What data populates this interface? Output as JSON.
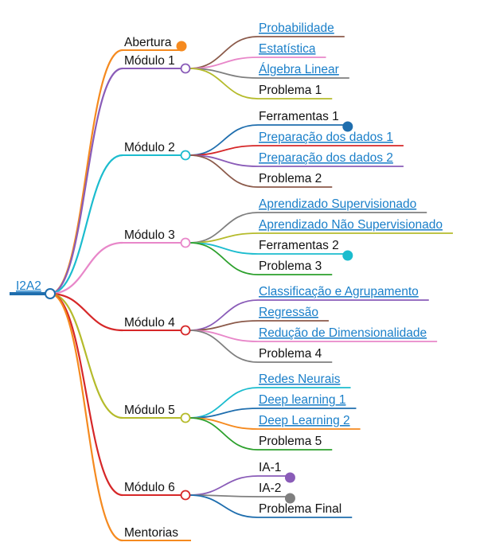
{
  "root": {
    "label": "I2A2",
    "color": "#1f6eae"
  },
  "nodes": [
    {
      "label": "Abertura",
      "color": "#f58a1f",
      "marker": "dot"
    },
    {
      "label": "Módulo 1",
      "color": "#8a5cb8",
      "marker": "circle",
      "children": [
        {
          "label": "Probabilidade",
          "link": true,
          "color": "#8b5a4a"
        },
        {
          "label": "Estatística",
          "link": true,
          "color": "#e887c9"
        },
        {
          "label": "Álgebra Linear",
          "link": true,
          "color": "#7f7f7f"
        },
        {
          "label": "Problema 1",
          "link": false,
          "color": "#b5bb2b"
        }
      ]
    },
    {
      "label": "Módulo 2",
      "color": "#1bbcce",
      "marker": "circle",
      "children": [
        {
          "label": "Ferramentas 1",
          "link": false,
          "color": "#1f6eae",
          "dot": true
        },
        {
          "label": "Preparação dos dados 1",
          "link": true,
          "color": "#d62728"
        },
        {
          "label": "Preparação dos dados 2",
          "link": true,
          "color": "#8a5cb8"
        },
        {
          "label": "Problema 2",
          "link": false,
          "color": "#8b5a4a"
        }
      ]
    },
    {
      "label": "Módulo 3",
      "color": "#e887c9",
      "marker": "circle",
      "children": [
        {
          "label": "Aprendizado Supervisionado",
          "link": true,
          "color": "#7f7f7f"
        },
        {
          "label": "Aprendizado Não Supervisionado",
          "link": true,
          "color": "#b5bb2b"
        },
        {
          "label": "Ferramentas 2",
          "link": false,
          "color": "#1bbcce",
          "dot": true
        },
        {
          "label": "Problema 3",
          "link": false,
          "color": "#2ca02c"
        }
      ]
    },
    {
      "label": "Módulo 4",
      "color": "#d62728",
      "marker": "circle",
      "children": [
        {
          "label": "Classificação e Agrupamento",
          "link": true,
          "color": "#8a5cb8"
        },
        {
          "label": "Regressão",
          "link": true,
          "color": "#8b5a4a"
        },
        {
          "label": "Redução de Dimensionalidade",
          "link": true,
          "color": "#e887c9"
        },
        {
          "label": "Problema 4",
          "link": false,
          "color": "#7f7f7f"
        }
      ]
    },
    {
      "label": "Módulo 5",
      "color": "#b5bb2b",
      "marker": "circle",
      "children": [
        {
          "label": "Redes Neurais",
          "link": true,
          "color": "#1bbcce"
        },
        {
          "label": "Deep learning 1",
          "link": true,
          "color": "#1f6eae"
        },
        {
          "label": "Deep Learning 2",
          "link": true,
          "color": "#f58a1f"
        },
        {
          "label": "Problema 5",
          "link": false,
          "color": "#2ca02c"
        }
      ]
    },
    {
      "label": "Módulo 6",
      "color": "#d62728",
      "marker": "circle",
      "children": [
        {
          "label": "IA-1",
          "link": false,
          "color": "#8a5cb8",
          "dot": true
        },
        {
          "label": "IA-2",
          "link": false,
          "color": "#7f7f7f",
          "dot": true
        },
        {
          "label": "Problema Final",
          "link": false,
          "color": "#1f6eae"
        }
      ]
    },
    {
      "label": "Mentorias",
      "color": "#f58a1f",
      "marker": "none"
    }
  ]
}
